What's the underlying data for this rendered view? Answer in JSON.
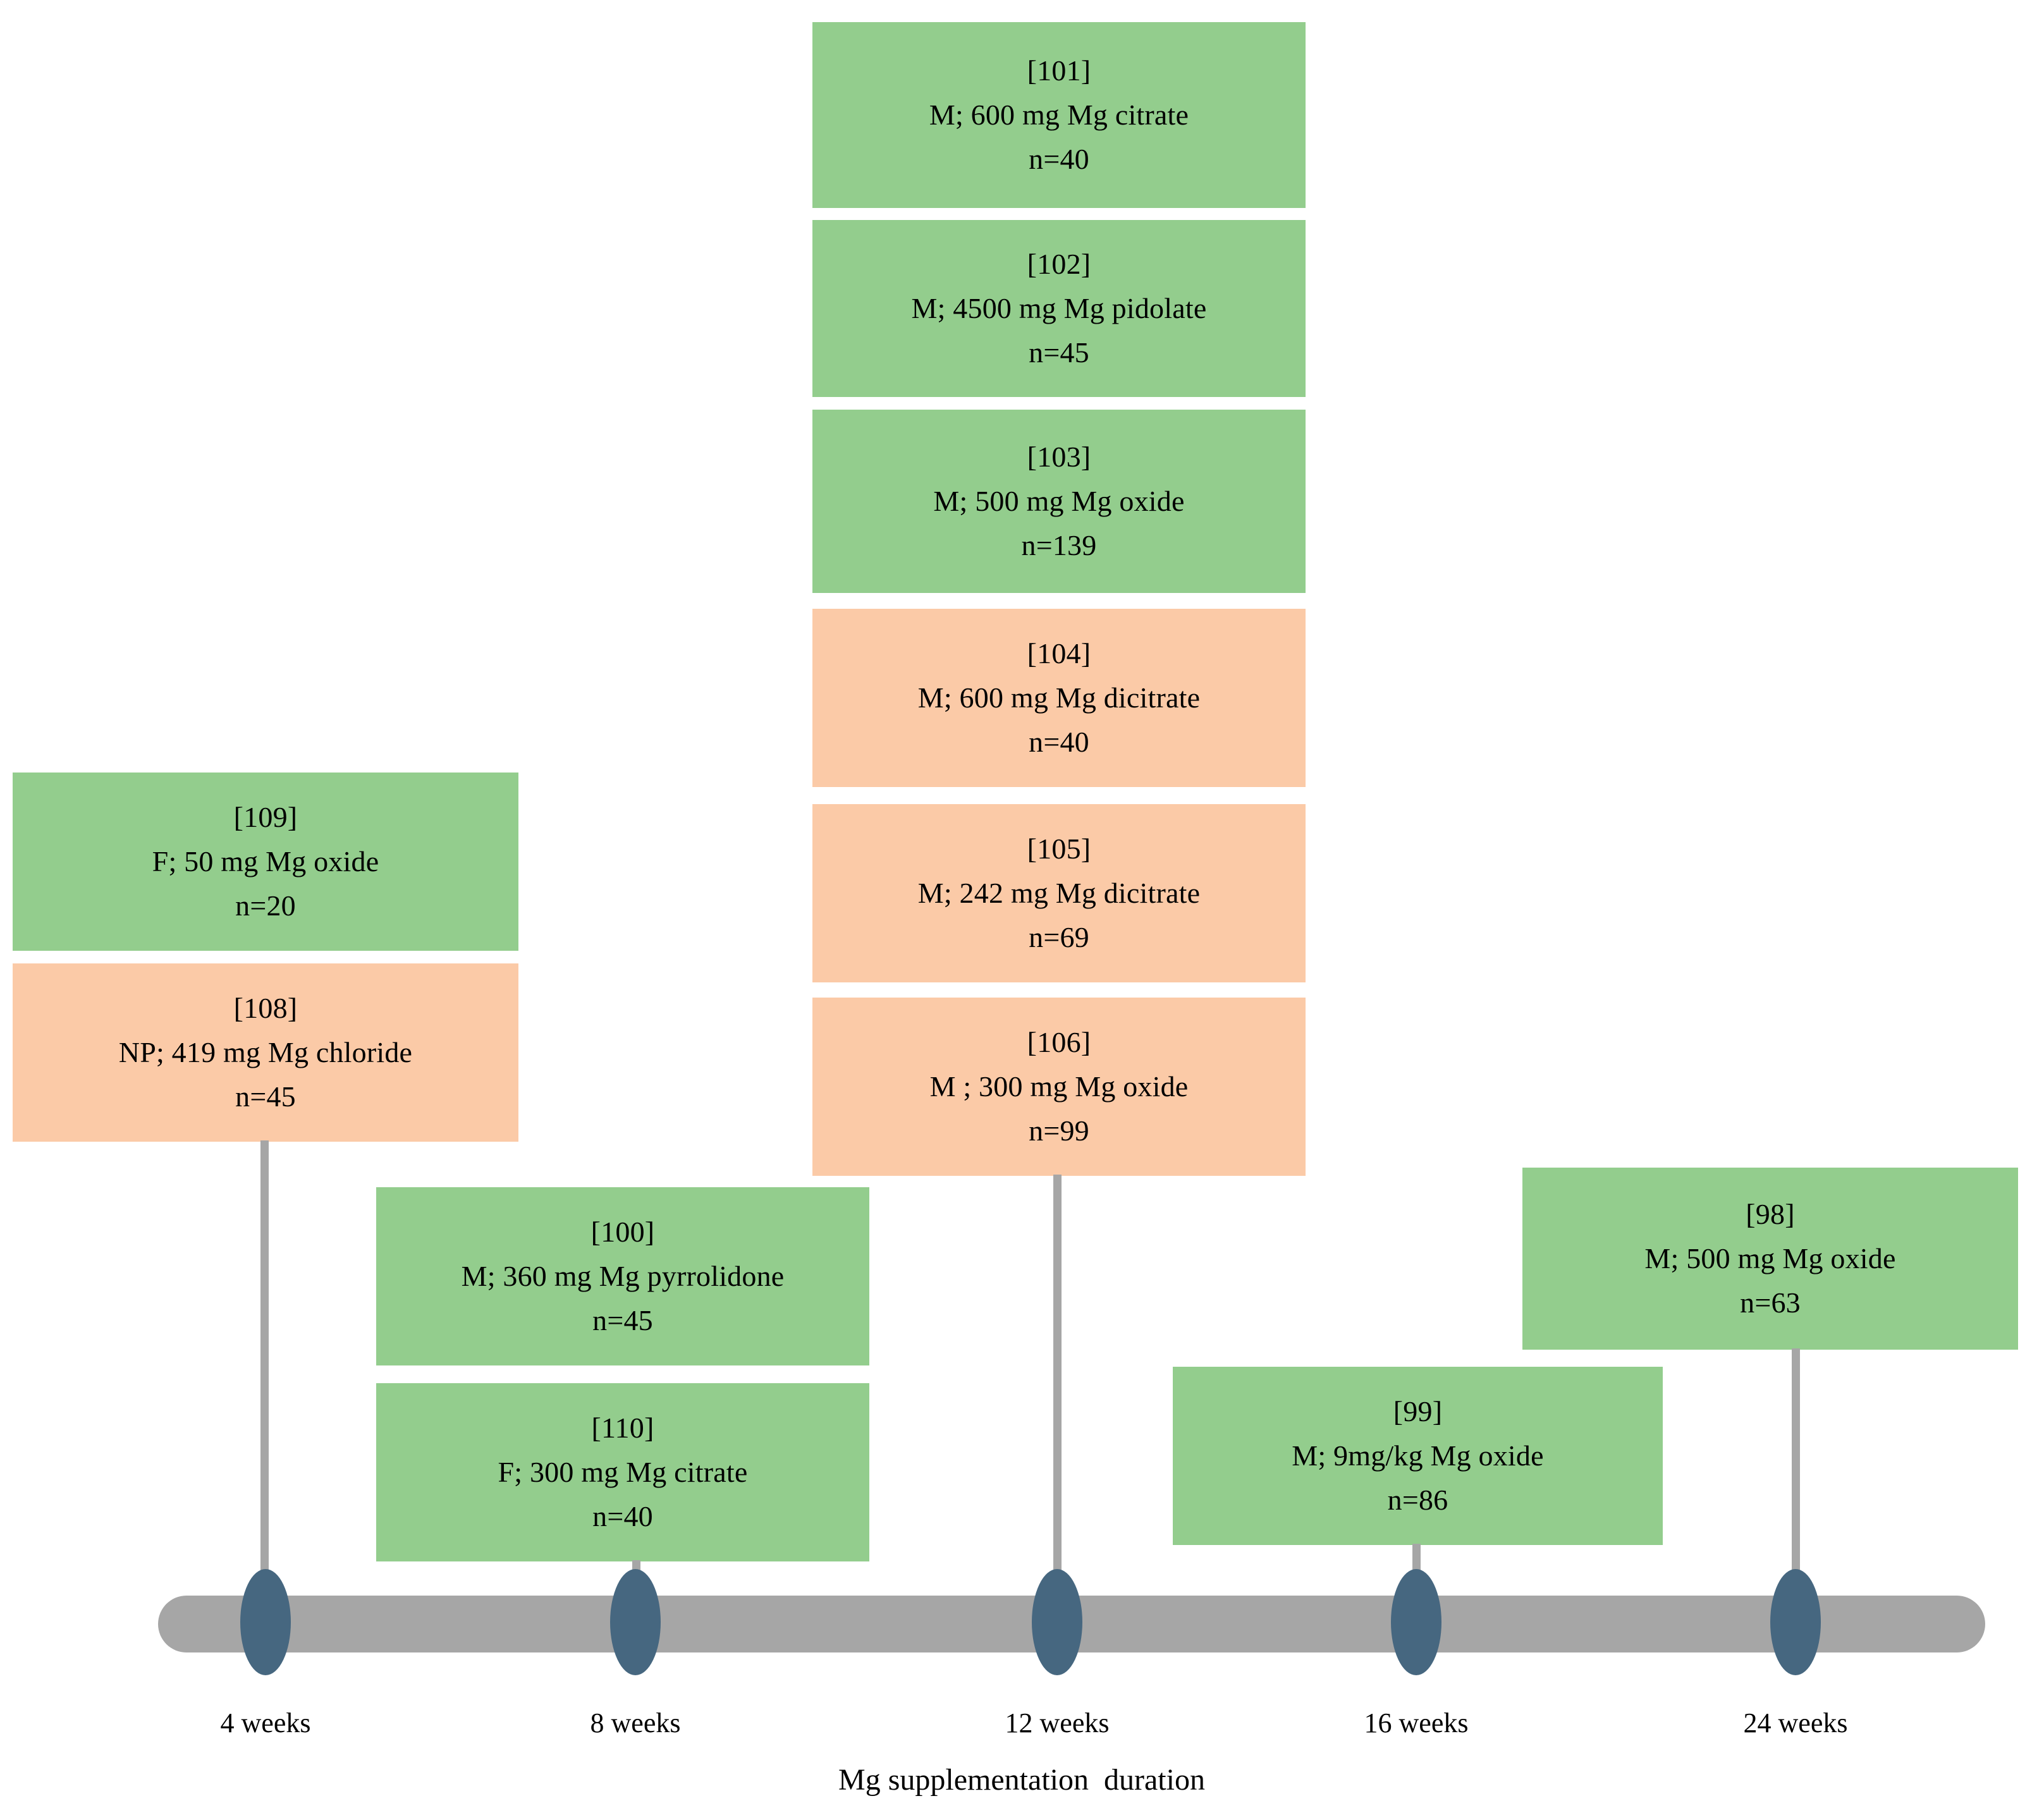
{
  "figure": {
    "axis_title": "Mg supplementation  duration",
    "colors": {
      "green_box": "#93cd8d",
      "orange_box": "#fbcaa7",
      "timeline_bar": "#a6a6a6",
      "marker": "#466780",
      "connector": "#a6a6a6",
      "text": "#000000",
      "background": "#ffffff"
    }
  },
  "timeline": {
    "ticks": [
      {
        "label": "4 weeks"
      },
      {
        "label": "8 weeks"
      },
      {
        "label": "12 weeks"
      },
      {
        "label": "16 weeks"
      },
      {
        "label": "24 weeks"
      }
    ]
  },
  "studies": [
    {
      "ref": "[101]",
      "desc": "M; 600 mg Mg citrate",
      "count": "n=40",
      "color": "green",
      "duration": "12 weeks"
    },
    {
      "ref": "[102]",
      "desc": "M; 4500 mg Mg pidolate",
      "count": "n=45",
      "color": "green",
      "duration": "12 weeks"
    },
    {
      "ref": "[103]",
      "desc": "M; 500 mg Mg oxide",
      "count": "n=139",
      "color": "green",
      "duration": "12 weeks"
    },
    {
      "ref": "[104]",
      "desc": "M; 600 mg Mg dicitrate",
      "count": "n=40",
      "color": "orange",
      "duration": "12 weeks"
    },
    {
      "ref": "[105]",
      "desc": "M; 242 mg Mg dicitrate",
      "count": "n=69",
      "color": "orange",
      "duration": "12 weeks"
    },
    {
      "ref": "[106]",
      "desc": "M ; 300 mg Mg oxide",
      "count": "n=99",
      "color": "orange",
      "duration": "12 weeks"
    },
    {
      "ref": "[109]",
      "desc": "F; 50 mg Mg oxide",
      "count": "n=20",
      "color": "green",
      "duration": "4 weeks"
    },
    {
      "ref": "[108]",
      "desc": "NP; 419 mg Mg chloride",
      "count": "n=45",
      "color": "orange",
      "duration": "4 weeks"
    },
    {
      "ref": "[100]",
      "desc": "M; 360 mg Mg pyrrolidone",
      "count": "n=45",
      "color": "green",
      "duration": "8 weeks"
    },
    {
      "ref": "[110]",
      "desc": "F; 300 mg Mg citrate",
      "count": "n=40",
      "color": "green",
      "duration": "8 weeks"
    },
    {
      "ref": "[99]",
      "desc": "M; 9mg/kg Mg oxide",
      "count": "n=86",
      "color": "green",
      "duration": "16 weeks"
    },
    {
      "ref": "[98]",
      "desc": "M; 500 mg Mg oxide",
      "count": "n=63",
      "color": "green",
      "duration": "24 weeks"
    }
  ],
  "chart_data": {
    "type": "timeline",
    "title": "",
    "xlabel": "Mg supplementation  duration",
    "ylabel": "",
    "categories": [
      "4 weeks",
      "8 weeks",
      "12 weeks",
      "16 weeks",
      "24 weeks"
    ],
    "grid": false,
    "legend": "none",
    "items": [
      {
        "duration": "4 weeks",
        "ref": "[109]",
        "population": "F",
        "dose": "50 mg Mg oxide",
        "n": 20,
        "category_color": "green"
      },
      {
        "duration": "4 weeks",
        "ref": "[108]",
        "population": "NP",
        "dose": "419 mg Mg chloride",
        "n": 45,
        "category_color": "orange"
      },
      {
        "duration": "8 weeks",
        "ref": "[100]",
        "population": "M",
        "dose": "360 mg Mg pyrrolidone",
        "n": 45,
        "category_color": "green"
      },
      {
        "duration": "8 weeks",
        "ref": "[110]",
        "population": "F",
        "dose": "300 mg Mg citrate",
        "n": 40,
        "category_color": "green"
      },
      {
        "duration": "12 weeks",
        "ref": "[101]",
        "population": "M",
        "dose": "600 mg Mg citrate",
        "n": 40,
        "category_color": "green"
      },
      {
        "duration": "12 weeks",
        "ref": "[102]",
        "population": "M",
        "dose": "4500 mg Mg pidolate",
        "n": 45,
        "category_color": "green"
      },
      {
        "duration": "12 weeks",
        "ref": "[103]",
        "population": "M",
        "dose": "500 mg Mg oxide",
        "n": 139,
        "category_color": "green"
      },
      {
        "duration": "12 weeks",
        "ref": "[104]",
        "population": "M",
        "dose": "600 mg Mg dicitrate",
        "n": 40,
        "category_color": "orange"
      },
      {
        "duration": "12 weeks",
        "ref": "[105]",
        "population": "M",
        "dose": "242 mg Mg dicitrate",
        "n": 69,
        "category_color": "orange"
      },
      {
        "duration": "12 weeks",
        "ref": "[106]",
        "population": "M",
        "dose": "300 mg Mg oxide",
        "n": 99,
        "category_color": "orange"
      },
      {
        "duration": "16 weeks",
        "ref": "[99]",
        "population": "M",
        "dose": "9mg/kg Mg oxide",
        "n": 86,
        "category_color": "green"
      },
      {
        "duration": "24 weeks",
        "ref": "[98]",
        "population": "M",
        "dose": "500 mg Mg oxide",
        "n": 63,
        "category_color": "green"
      }
    ]
  }
}
